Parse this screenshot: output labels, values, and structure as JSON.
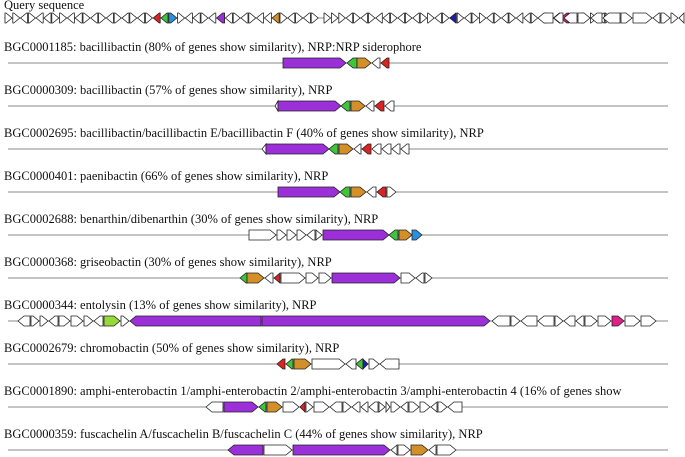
{
  "colors": {
    "nrps": "#9b30d8",
    "green": "#3fc43b",
    "orange": "#d38f28",
    "red": "#dd2222",
    "blue": "#2b8fe0",
    "lime": "#96d93a",
    "magenta": "#e0208a",
    "navy": "#1d1db4",
    "outline": "#222222",
    "axis": "#8a8a8a"
  },
  "query": {
    "label": "Query sequence"
  },
  "hits": [
    {
      "label": "BGC0001185: bacillibactin (80% of genes show similarity), NRP:NRP siderophore"
    },
    {
      "label": "BGC0000309: bacillibactin (57% of genes show similarity), NRP"
    },
    {
      "label": "BGC0002695: bacillibactin/bacillibactin E/bacillibactin F (40% of genes show similarity), NRP"
    },
    {
      "label": "BGC0000401: paenibactin (66% of genes show similarity), NRP"
    },
    {
      "label": "BGC0002688: benarthin/dibenarthin (30% of genes show similarity), NRP"
    },
    {
      "label": "BGC0000368: griseobactin (30% of genes show similarity), NRP"
    },
    {
      "label": "BGC0000344: entolysin (13% of genes show similarity), NRP"
    },
    {
      "label": "BGC0002679: chromobactin (50% of genes show similarity), NRP"
    },
    {
      "label": "BGC0001890: amphi-enterobactin 1/amphi-enterobactin 2/amphi-enterobactin 3/amphi-enterobactin 4 (16% of genes show"
    },
    {
      "label": "BGC0000359: fuscachelin A/fuscachelin B/fuscachelin C (44% of genes show similarity), NRP"
    }
  ]
}
